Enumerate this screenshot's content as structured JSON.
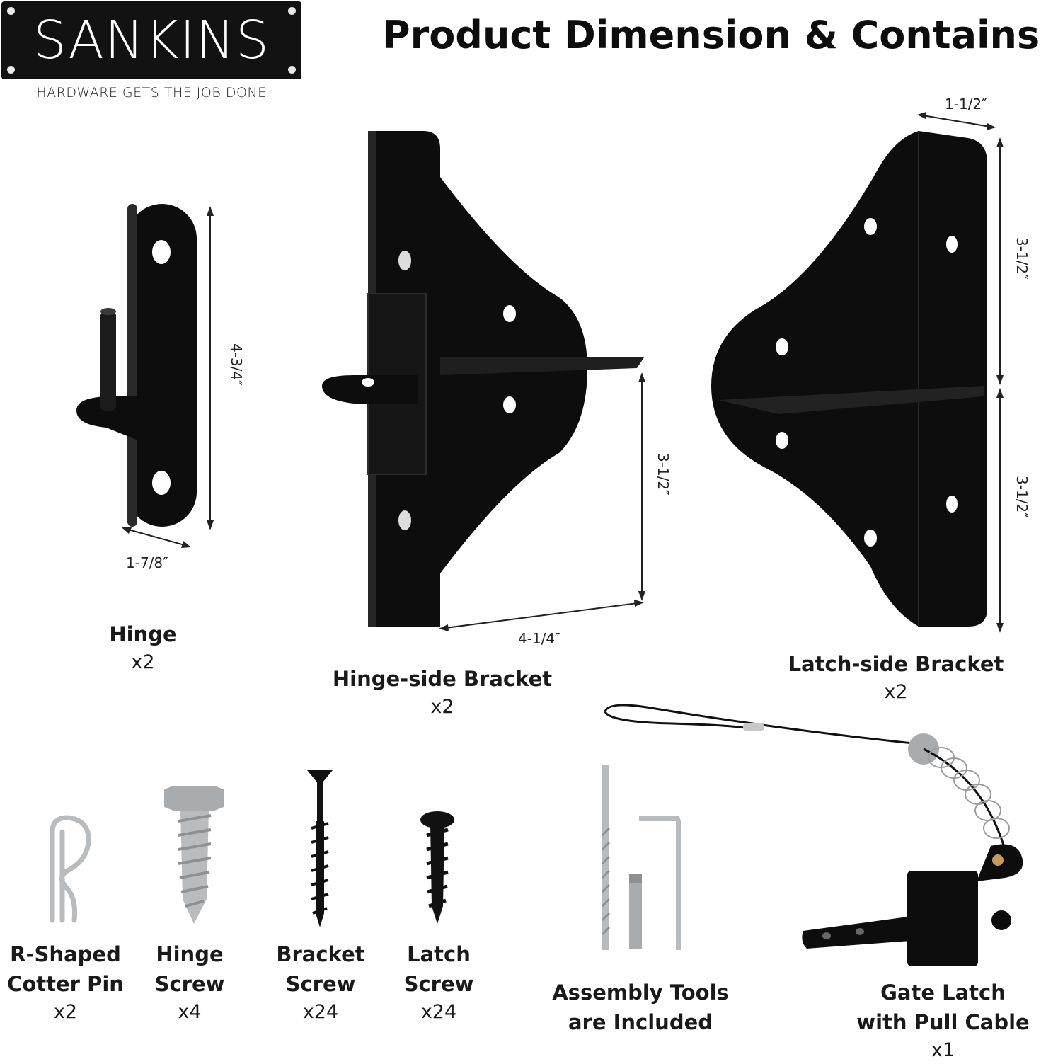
{
  "brand": {
    "name": "SANKINS",
    "tagline": "HARDWARE GETS THE JOB DONE"
  },
  "page_title": "Product Dimension & Contains",
  "dimensions": {
    "hinge_height": "4-3/4″",
    "hinge_width": "1-7/8″",
    "hinge_bracket_height": "3-1/2″",
    "hinge_bracket_width": "4-1/4″",
    "latch_bracket_depth": "1-1/2″",
    "latch_bracket_upper": "3-1/2″",
    "latch_bracket_lower": "3-1/2″"
  },
  "parts": {
    "hinge": {
      "label": "Hinge",
      "qty": "x2"
    },
    "hinge_side_bracket": {
      "label": "Hinge-side Bracket",
      "qty": "x2"
    },
    "latch_side_bracket": {
      "label": "Latch-side Bracket",
      "qty": "x2"
    },
    "cotter_pin": {
      "label_line1": "R-Shaped",
      "label_line2": "Cotter Pin",
      "qty": "x2"
    },
    "hinge_screw": {
      "label_line1": "Hinge",
      "label_line2": "Screw",
      "qty": "x4"
    },
    "bracket_screw": {
      "label_line1": "Bracket",
      "label_line2": "Screw",
      "qty": "x24"
    },
    "latch_screw": {
      "label_line1": "Latch",
      "label_line2": "Screw",
      "qty": "x24"
    },
    "assembly_tools": {
      "label_line1": "Assembly Tools",
      "label_line2": "are Included"
    },
    "gate_latch": {
      "label_line1": "Gate Latch",
      "label_line2": "with Pull Cable",
      "qty": "x1"
    }
  },
  "colors": {
    "hardware": "#0d0d0d",
    "steel": "#b9bcbf",
    "logo_bg": "#121212"
  }
}
